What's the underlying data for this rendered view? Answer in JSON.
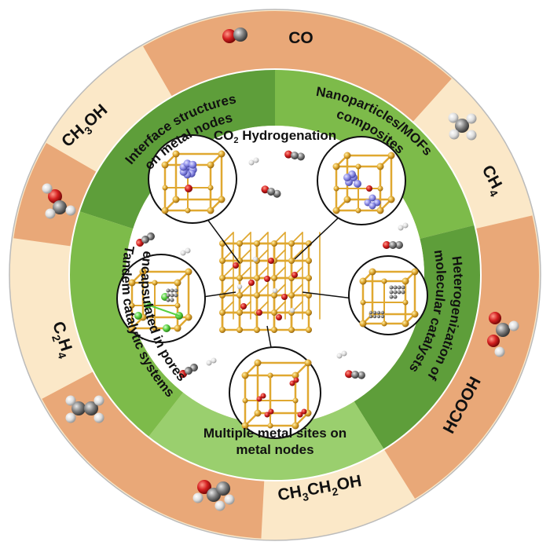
{
  "title": {
    "main": "CO",
    "sub": "2",
    "rest": " Hydrogenation"
  },
  "products": {
    "co": "CO",
    "ch4": {
      "a": "CH",
      "b": "4"
    },
    "hcooh": "HCOOH",
    "ethanol": {
      "a": "CH",
      "b": "3",
      "c": "CH",
      "d": "2",
      "e": "OH"
    },
    "c2h4": {
      "a": "C",
      "b": "2",
      "c": "H",
      "d": "4"
    },
    "ch3oh": {
      "a": "CH",
      "b": "3",
      "c": "OH"
    }
  },
  "strategies": {
    "interface": [
      "Interface structures",
      "on metal nodes"
    ],
    "nanoparticles": [
      "Nanoparticles/MOFs",
      "composites"
    ],
    "heterogenization": [
      "Heterogenization of",
      "molecular catalysts"
    ],
    "multiple": [
      "Multiple metal sites on",
      "metal nodes"
    ],
    "tandem": [
      "Tandem catalytic systems",
      "encapsulated in pores"
    ]
  },
  "colors": {
    "outer_orange": "#e9a878",
    "outer_cream": "#fbe8c8",
    "green_dark": "#5e9e3a",
    "green_mid": "#7dbb4a",
    "green_light": "#9acf6e",
    "framework_gold": "#e0a830",
    "cluster_blue": "#8e8ee8",
    "oxygen_red": "#d42020",
    "carbon_gray": "#777777"
  }
}
